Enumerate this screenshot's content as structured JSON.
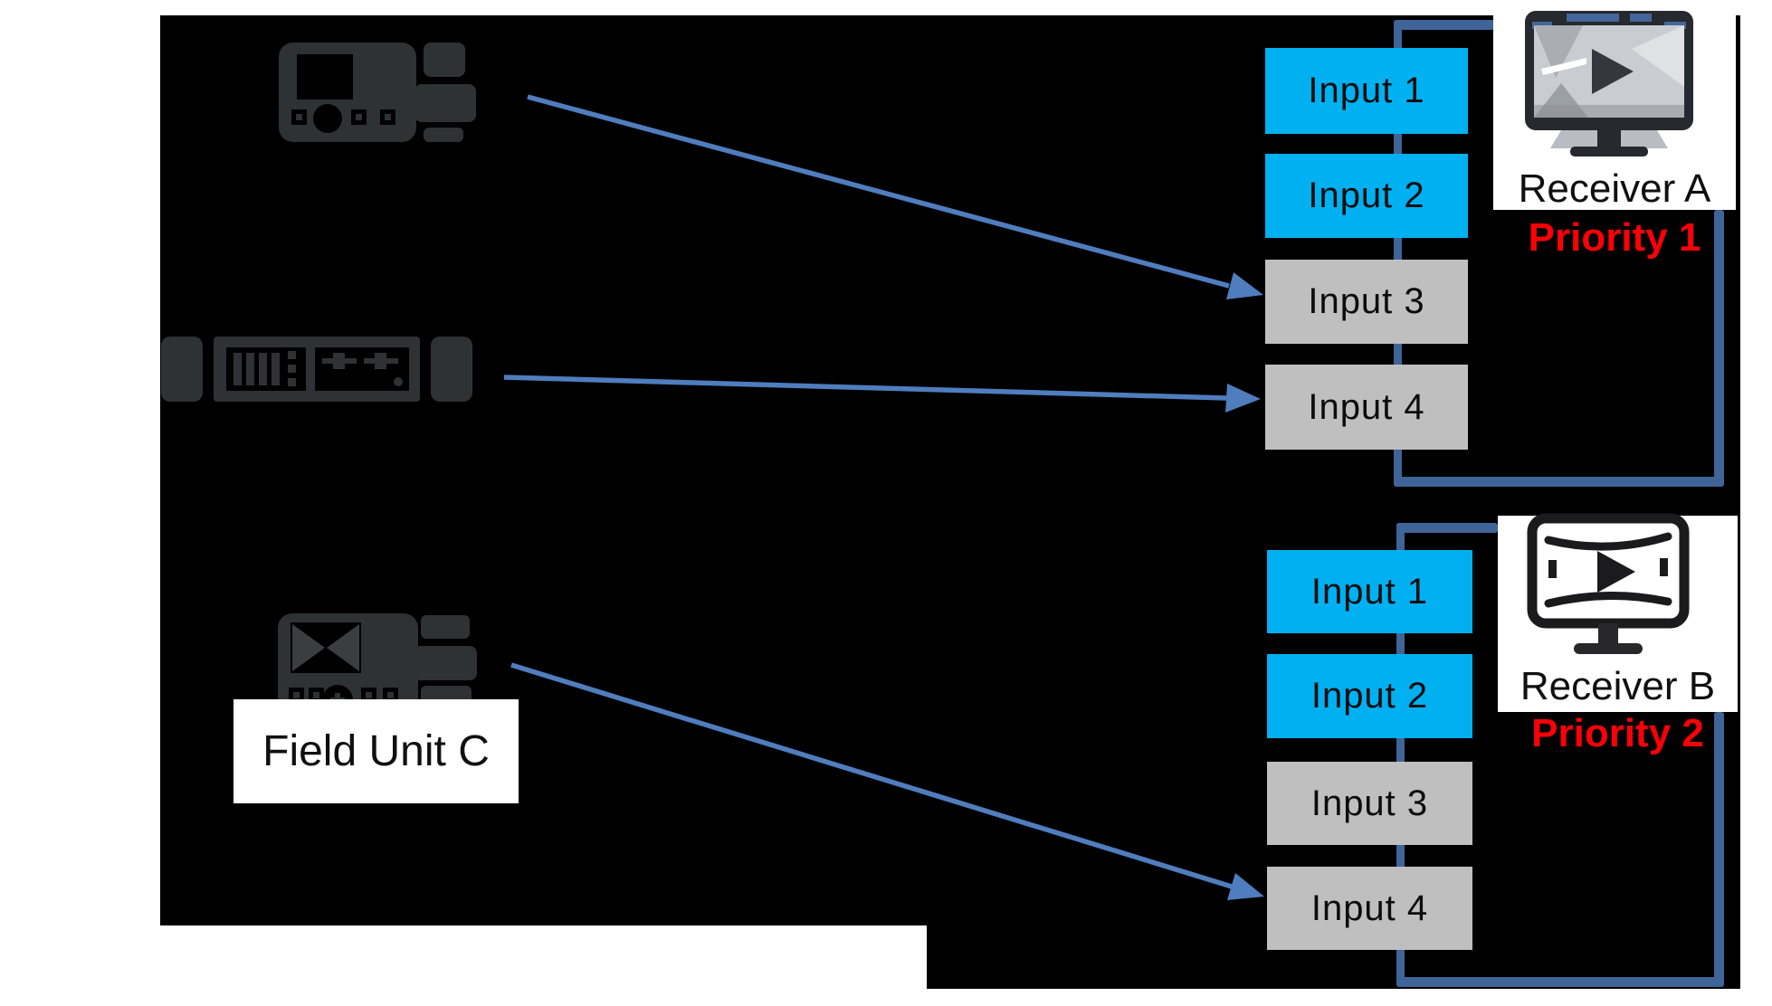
{
  "colors": {
    "background": "#000000",
    "page": "#FFFFFF",
    "input_active": "#00B0F0",
    "input_inactive": "#BFBFBF",
    "bus_line": "#3F6497",
    "arrow": "#4F7DBE",
    "priority_text": "#FB0007",
    "device_icon": "#2F3235"
  },
  "receiver_a": {
    "label": "Receiver A",
    "priority": "Priority 1",
    "icon": "monitor-play-3d-icon",
    "inputs": [
      {
        "label": "Input 1",
        "state": "active"
      },
      {
        "label": "Input 2",
        "state": "active"
      },
      {
        "label": "Input 3",
        "state": "available"
      },
      {
        "label": "Input 4",
        "state": "available"
      }
    ]
  },
  "receiver_b": {
    "label": "Receiver B",
    "priority": "Priority 2",
    "icon": "monitor-play-outline-icon",
    "inputs": [
      {
        "label": "Input 1",
        "state": "active"
      },
      {
        "label": "Input 2",
        "state": "active"
      },
      {
        "label": "Input 3",
        "state": "available"
      },
      {
        "label": "Input 4",
        "state": "available"
      }
    ]
  },
  "field_units": [
    {
      "icon": "portable-transmitter-icon",
      "label": ""
    },
    {
      "icon": "rack-unit-icon",
      "label": ""
    },
    {
      "icon": "field-unit-icon",
      "label": "Field Unit C"
    }
  ],
  "connections": [
    {
      "from": "portable-transmitter",
      "to": "receiver-a-input-3"
    },
    {
      "from": "rack-unit",
      "to": "receiver-a-input-4"
    },
    {
      "from": "field-unit-c",
      "to": "receiver-b-input-4"
    }
  ]
}
